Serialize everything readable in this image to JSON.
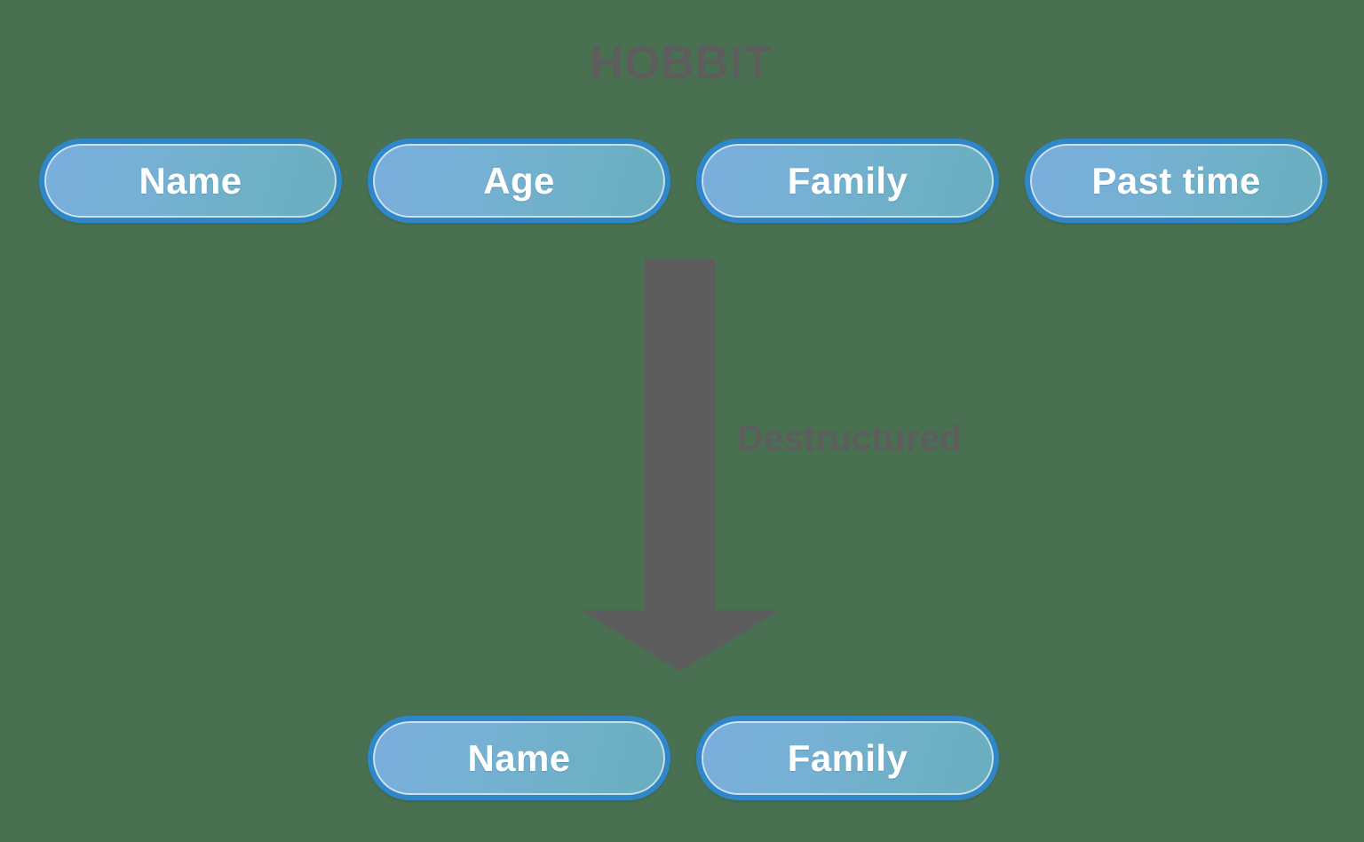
{
  "diagram": {
    "title": "HOBBIT",
    "background_color": "#497151",
    "arrow": {
      "label": "Destructured",
      "color": "#5d5d5d",
      "direction": "down",
      "icon": "arrow-down-icon"
    },
    "pill_style": {
      "border_color": "#2f86c9",
      "gradient_from": "#7aaedc",
      "gradient_to": "#6aaec0",
      "text_color": "#ffffff"
    },
    "source_row": {
      "name": "hobbit-properties",
      "fields": [
        {
          "label": "Name"
        },
        {
          "label": "Age"
        },
        {
          "label": "Family"
        },
        {
          "label": "Past time"
        }
      ]
    },
    "result_row": {
      "name": "destructured-properties",
      "fields": [
        {
          "label": "Name"
        },
        {
          "label": "Family"
        }
      ]
    }
  }
}
